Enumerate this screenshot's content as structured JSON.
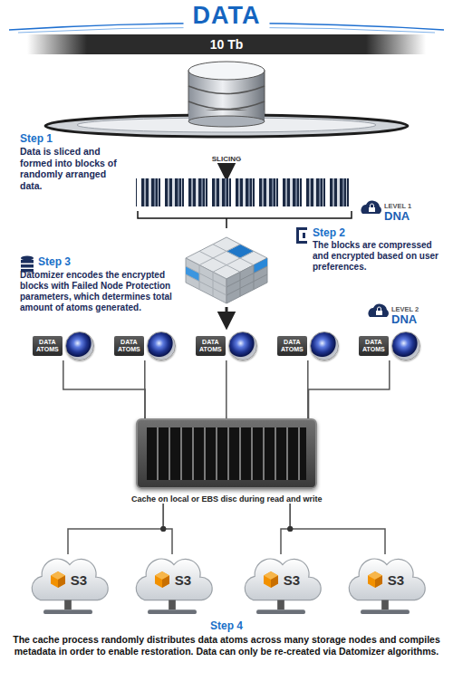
{
  "diagram": {
    "title": "DATA",
    "nodes": [
      {
        "text": [
          "DATA ATOMS"
        ]
      },
      {
        "text": [
          "DATA ATOMS"
        ]
      },
      {
        "text": [
          "DATA ATOMS"
        ]
      },
      {
        "text": [
          "DATA ATOMS"
        ]
      },
      {
        "text": [
          "DATA ATOMS"
        ]
      },
      {
        "text": [
          "Cache on local or EBS disc during read and write"
        ]
      },
      {
        "text": [
          "S3"
        ]
      },
      {
        "text": [
          "S3"
        ]
      },
      {
        "text": [
          "S3"
        ]
      },
      {
        "text": [
          "S3"
        ]
      }
    ],
    "edges": [
      {
        "from": 0,
        "to": 5,
        "arrow": "none"
      },
      {
        "from": 1,
        "to": 5,
        "arrow": "none"
      },
      {
        "from": 2,
        "to": 5,
        "arrow": "none"
      },
      {
        "from": 3,
        "to": 5,
        "arrow": "none"
      },
      {
        "from": 4,
        "to": 5,
        "arrow": "none"
      },
      {
        "from": 5,
        "to": 6,
        "arrow": "none"
      },
      {
        "from": 5,
        "to": 7,
        "arrow": "none"
      },
      {
        "from": 5,
        "to": 8,
        "arrow": "none"
      },
      {
        "from": 5,
        "to": 9,
        "arrow": "none"
      }
    ],
    "labels": [
      "10 Tb",
      "Step 1",
      "Data is sliced and formed into blocks of randomly arranged data.",
      "SLICING",
      "LEVEL 1",
      "DNA",
      "Step 2",
      "The blocks are compressed and encrypted based on user preferences.",
      "Step 3",
      "Datomizer encodes the encrypted blocks with Failed Node Protection parameters, which determines total amount of atoms generated.",
      "LEVEL 2",
      "DNA",
      "Step 4",
      "The cache process randomly distributes data atoms across many storage nodes and compiles metadata in order to enable restoration. Data can only be re-created via Datomizer algorithms."
    ]
  }
}
